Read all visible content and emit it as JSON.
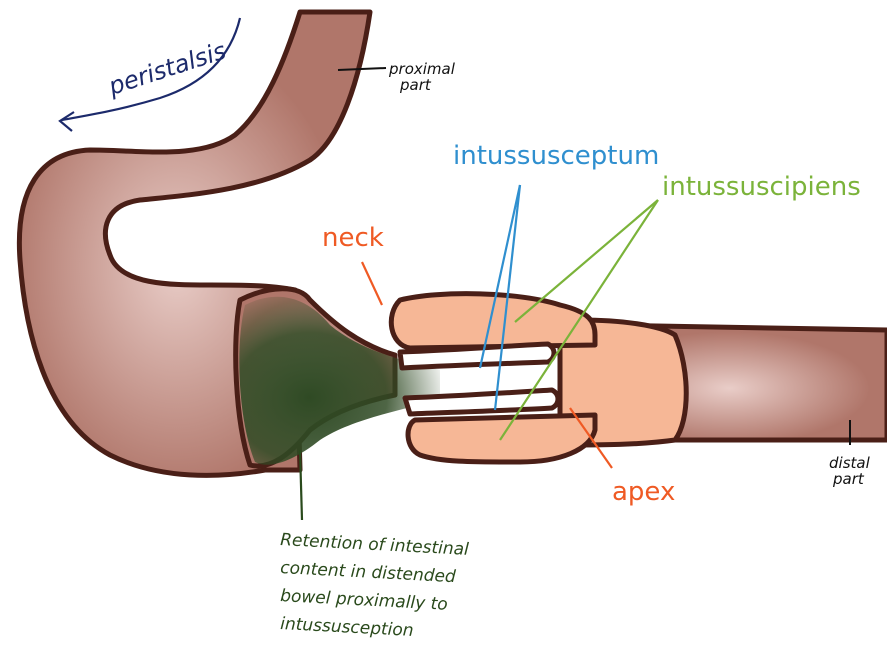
{
  "colors": {
    "outline": "#4a1f17",
    "bowel_dark": "#b0766a",
    "bowel_light": "#e9cdc8",
    "intussusceptum_fill": "#f6b796",
    "retention": "#2f4a24",
    "peristalsis": "#1c2a6b",
    "intussusceptum_label": "#2f8fcf",
    "intussuscipiens_label": "#7bb33a",
    "neck_apex_label": "#ef5a24",
    "note_text": "#2a4a1c",
    "part_text": "#111111"
  },
  "labels": {
    "peristalsis": "peristalsis",
    "proximal_part_line1": "proximal",
    "proximal_part_line2": "part",
    "distal_part_line1": "distal",
    "distal_part_line2": "part",
    "intussusceptum": "intussusceptum",
    "intussuscipiens": "intussuscipiens",
    "neck": "neck",
    "apex": "apex"
  },
  "note": {
    "lines": [
      "Retention of intestinal",
      "content in distended",
      "bowel proximally to",
      "intussusception"
    ]
  },
  "icons": {
    "peristalsis_arrow": "curved-arrow-left-icon"
  }
}
